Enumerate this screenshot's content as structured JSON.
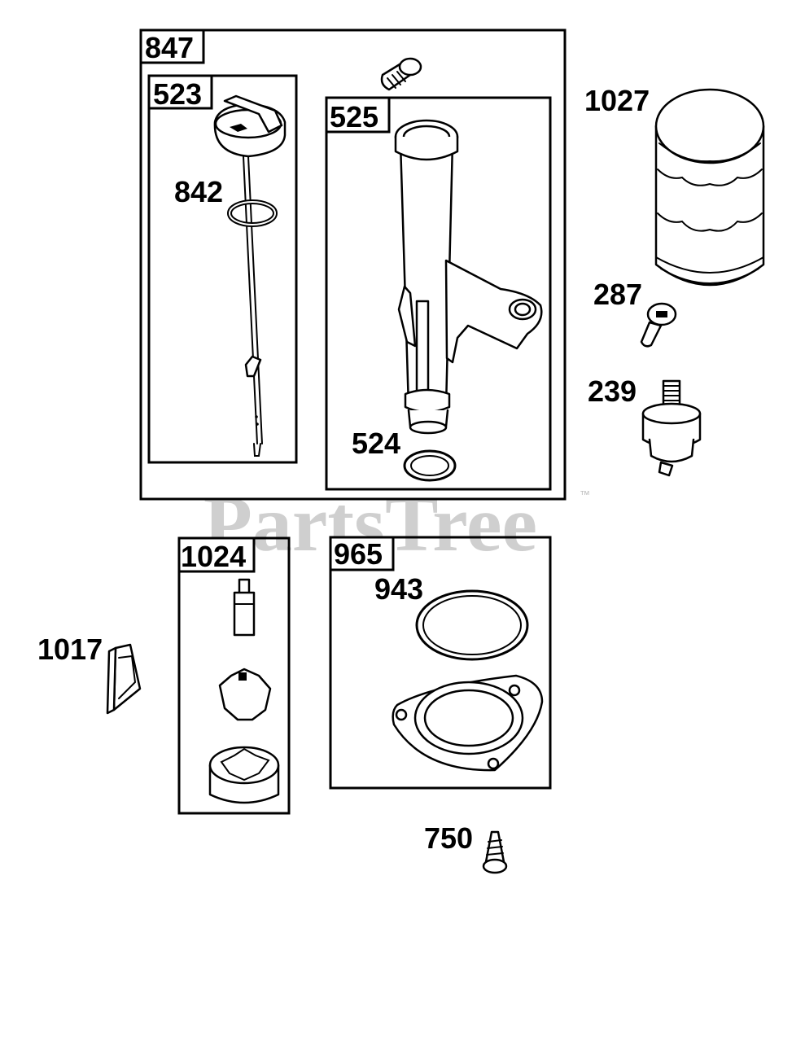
{
  "watermark": {
    "text": "PartsTree",
    "trademark": "™"
  },
  "assembly_labels": {
    "a847": "847",
    "a523": "523",
    "a525": "525",
    "a1024": "1024",
    "a965": "965"
  },
  "part_labels": {
    "p842": "842",
    "p524": "524",
    "p1027": "1027",
    "p287": "287",
    "p239": "239",
    "p1017": "1017",
    "p943": "943",
    "p750": "750"
  }
}
